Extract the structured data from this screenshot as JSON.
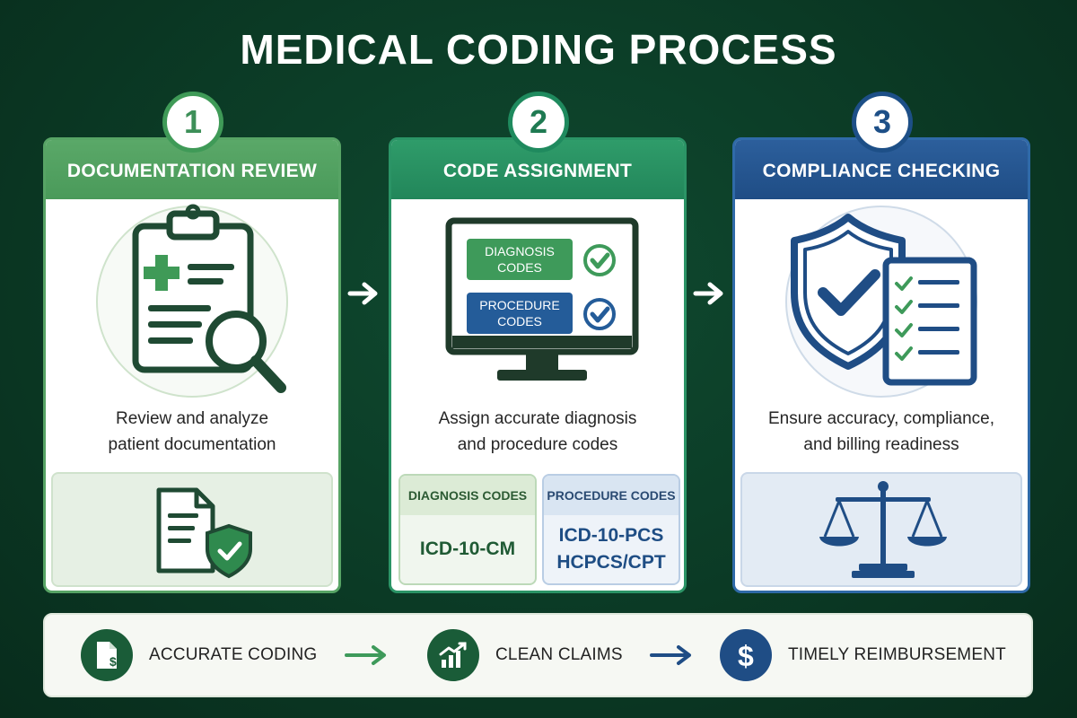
{
  "title": "MEDICAL CODING PROCESS",
  "steps": [
    {
      "number": "1",
      "heading": "DOCUMENTATION REVIEW",
      "description_line1": "Review and analyze",
      "description_line2": "patient documentation",
      "illustration": "clipboard-magnifier-icon",
      "bottom_icon": "document-shield-icon",
      "color": "#4a9a5a"
    },
    {
      "number": "2",
      "heading": "CODE ASSIGNMENT",
      "description_line1": "Assign accurate diagnosis",
      "description_line2": "and procedure codes",
      "illustration": "monitor-codes-icon",
      "screen_button1_line1": "DIAGNOSIS",
      "screen_button1_line2": "CODES",
      "screen_button2_line1": "PROCEDURE",
      "screen_button2_line2": "CODES",
      "diagnosis_box": {
        "heading": "DIAGNOSIS CODES",
        "code1": "ICD-10-CM"
      },
      "procedure_box": {
        "heading": "PROCEDURE CODES",
        "code1": "ICD-10-PCS",
        "code2": "HCPCS/CPT"
      },
      "color": "#22865a"
    },
    {
      "number": "3",
      "heading": "COMPLIANCE CHECKING",
      "description_line1": "Ensure accuracy, compliance,",
      "description_line2": "and billing readiness",
      "illustration": "shield-checklist-icon",
      "bottom_icon": "scales-icon",
      "color": "#1f4d85"
    }
  ],
  "outcomes": [
    {
      "label": "ACCURATE CODING",
      "icon": "document-dollar-icon",
      "color": "#1a5c38"
    },
    {
      "label": "CLEAN CLAIMS",
      "icon": "growth-chart-icon",
      "color": "#1a5c38"
    },
    {
      "label": "TIMELY REIMBURSEMENT",
      "icon": "dollar-icon",
      "color": "#1f4d85"
    }
  ],
  "colors": {
    "background": "#0b3a25",
    "green": "#4a9a5a",
    "teal_green": "#22865a",
    "blue": "#1f4d85",
    "dark_green_icon": "#1a4a30"
  }
}
